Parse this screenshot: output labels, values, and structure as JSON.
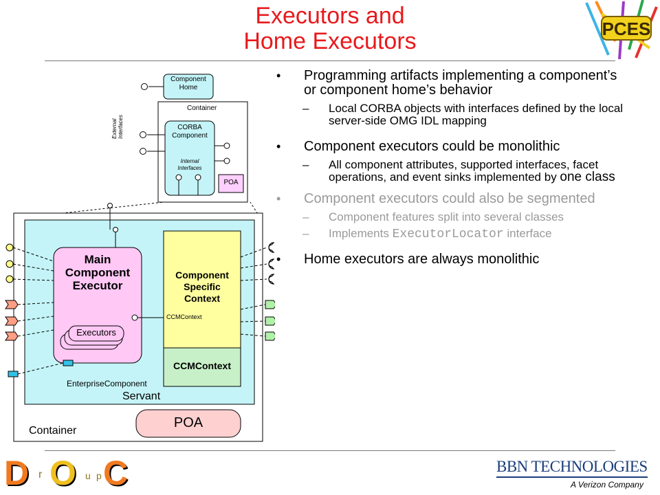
{
  "slide": {
    "title_line1": "Executors and",
    "title_line2": "Home Executors"
  },
  "bullets": [
    {
      "text": "Programming artifacts implementing a component’s or component home’s behavior",
      "sub": [
        {
          "text": "Local CORBA objects with interfaces defined by the local server-side OMG IDL mapping"
        }
      ]
    },
    {
      "text": "Component executors could be monolithic",
      "sub": [
        {
          "text_a": "All component attributes, supported interfaces, facet operations, and event sinks implemented by ",
          "text_b": "one class"
        }
      ]
    },
    {
      "text": "Component executors could also be segmented",
      "dimmed": true,
      "sub": [
        {
          "text": "Component features split into several classes"
        },
        {
          "text_a": "Implements ",
          "code": "ExecutorLocator",
          "text_b": "interface"
        }
      ]
    },
    {
      "text": "Home executors are always monolithic"
    }
  ],
  "small_diagram": {
    "component_home_line1": "Component",
    "component_home_line2": "Home",
    "container": "Container",
    "external_line1": "External",
    "external_line2": "Interfaces",
    "corba_line1": "CORBA",
    "corba_line2": "Component",
    "internal_line1": "Internal",
    "internal_line2": "Interfaces",
    "poa": "POA"
  },
  "large_diagram": {
    "main_executor_line1": "Main",
    "main_executor_line2": "Component",
    "main_executor_line3": "Executor",
    "executors": "Executors",
    "context_line1": "Component",
    "context_line2": "Specific",
    "context_line3": "Context",
    "ccmcontext_small": "CCMContext",
    "ccmcontext": "CCMContext",
    "enterprise_component": "EnterpriseComponent",
    "servant": "Servant",
    "poa": "POA",
    "container": "Container"
  },
  "logos": {
    "doc_letters": [
      "D",
      "r",
      "O",
      "u",
      "p",
      "C"
    ],
    "bbn": "BBN TECHNOLOGIES",
    "bbn_sub": "A Verizon Company",
    "pces": "PCES"
  },
  "colors": {
    "title": "#e8191c",
    "servant_fill": "#c4f4f7",
    "executor_fill": "#ffc8f5",
    "context_fill": "#ffffa0",
    "ccmcontext_fill": "#c8f0c8",
    "poa_fill": "#ffd0d0",
    "facet_fill": "#ffff88",
    "receptacle_fill": "#ff9e84",
    "event_sink_fill": "#b0f0a8",
    "bbn_blue": "#1a3d7a"
  }
}
